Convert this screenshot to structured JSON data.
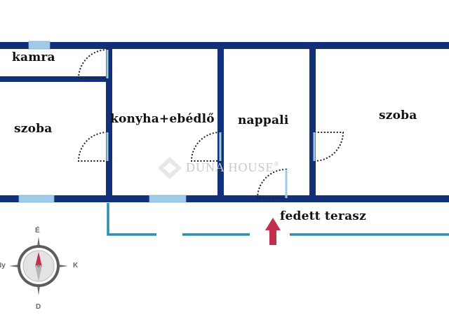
{
  "rooms": {
    "kamra": "kamra",
    "szoba_left": "szoba",
    "konyha": "konyha+ebédlő",
    "nappali": "nappali",
    "szoba_right": "szoba",
    "terasz": "fedett terasz"
  },
  "watermark": {
    "text": "DUNA HOUSE",
    "mark": "®"
  },
  "compass": {
    "north": "É",
    "south": "D",
    "east": "K",
    "west": "Ny"
  },
  "colors": {
    "wall": "#12307a",
    "terrace_line": "#2a8fb0",
    "window": "#9ecbe8",
    "arrow": "#c0304a",
    "compass_body": "#5a5a5a"
  }
}
